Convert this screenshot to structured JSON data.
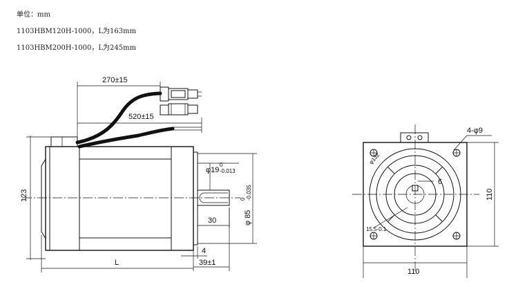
{
  "header": {
    "unit_line": "单位：mm",
    "model_1": "1103HBM120H-1000，L为163mm",
    "model_2": "1103HBM200H-1000，L为245mm"
  },
  "side_view": {
    "cable_length": "270±15",
    "lead_length": "520±15",
    "height": "123",
    "shaft_dia_prefix": "φ19",
    "shaft_dia_tol_upper": "0",
    "shaft_dia_tol_lower": "-0.013",
    "pilot_dia_prefix": "φ 85",
    "pilot_dia_tol_upper": "0",
    "pilot_dia_tol_lower": "-0.035",
    "shaft_length": "30",
    "flange_thickness": "4",
    "shaft_extension": "39±1",
    "body_length": "L"
  },
  "front_view": {
    "mount_holes": "4-φ9",
    "bolt_circle": "φ132",
    "key_width": "6",
    "key_depth": "15.5-0.1",
    "height": "110",
    "width": "110"
  }
}
